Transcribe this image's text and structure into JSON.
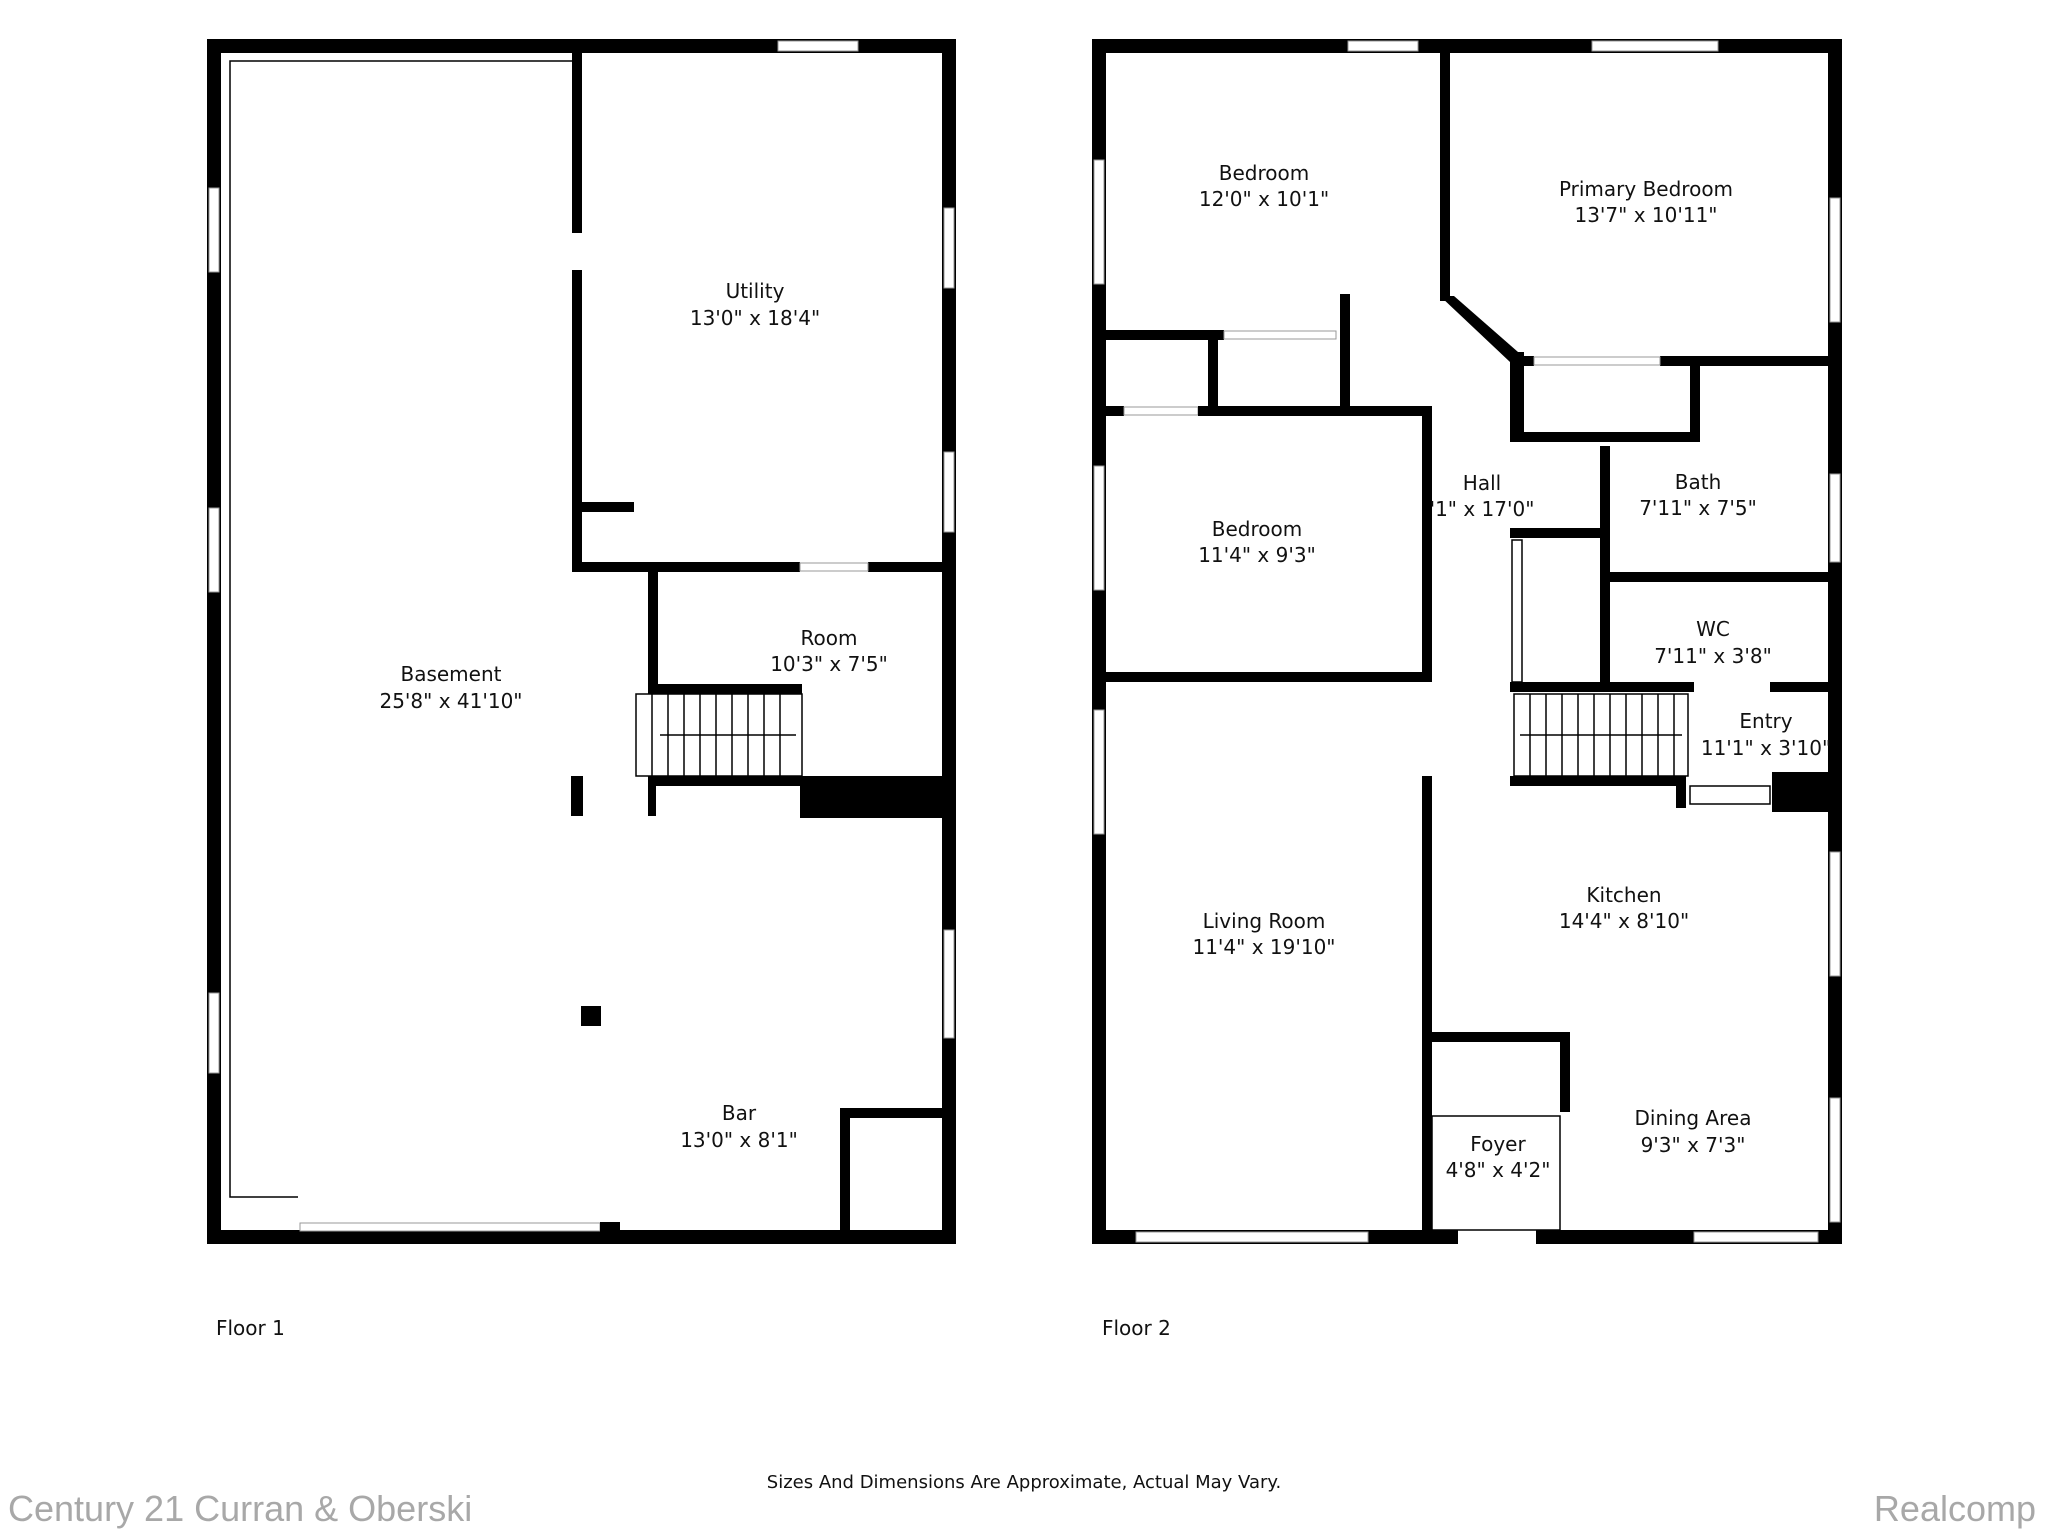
{
  "floors": [
    {
      "label": "Floor 1",
      "rooms": [
        {
          "name": "Utility",
          "dims": "13'0\" x 18'4\""
        },
        {
          "name": "Basement",
          "dims": "25'8\" x 41'10\""
        },
        {
          "name": "Room",
          "dims": "10'3\" x 7'5\""
        },
        {
          "name": "Bar",
          "dims": "13'0\" x 8'1\""
        }
      ]
    },
    {
      "label": "Floor 2",
      "rooms": [
        {
          "name": "Bedroom",
          "dims": "12'0\" x 10'1\""
        },
        {
          "name": "Primary Bedroom",
          "dims": "13'7\" x 10'11\""
        },
        {
          "name": "Hall",
          "dims": "'1\" x 17'0\""
        },
        {
          "name": "Bath",
          "dims": "7'11\" x 7'5\""
        },
        {
          "name": "Bedroom",
          "dims": "11'4\" x 9'3\""
        },
        {
          "name": "WC",
          "dims": "7'11\" x 3'8\""
        },
        {
          "name": "Entry",
          "dims": "11'1\" x 3'10\""
        },
        {
          "name": "Living Room",
          "dims": "11'4\" x 19'10\""
        },
        {
          "name": "Kitchen",
          "dims": "14'4\" x 8'10\""
        },
        {
          "name": "Foyer",
          "dims": "4'8\" x 4'2\""
        },
        {
          "name": "Dining Area",
          "dims": "9'3\" x 7'3\""
        }
      ]
    }
  ],
  "disclaimer": "Sizes And Dimensions Are Approximate, Actual May Vary.",
  "branding": {
    "left": "Century 21 Curran & Oberski",
    "right": "Realcomp"
  }
}
